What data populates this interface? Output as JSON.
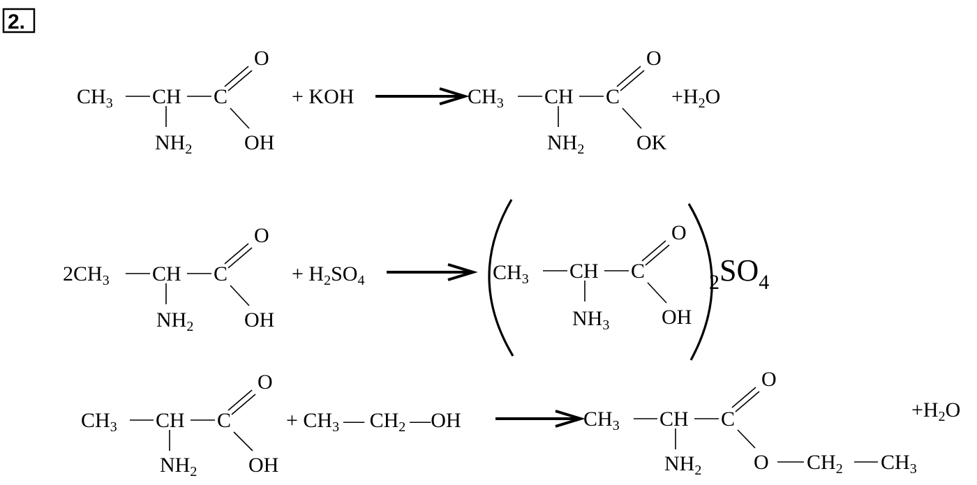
{
  "problem_number": "2.",
  "reactions": [
    {
      "reactant": {
        "prefix": "",
        "chain": "CH",
        "chain_sub": "3",
        "center": "CH",
        "carbon": "C",
        "top": "O",
        "amine": "NH",
        "amine_sub": "2",
        "tail": "OH"
      },
      "reagent": {
        "text": "+ KOH"
      },
      "product": {
        "chain": "CH",
        "chain_sub": "3",
        "center": "CH",
        "carbon": "C",
        "top": "O",
        "amine": "NH",
        "amine_sub": "2",
        "tail": "OK"
      },
      "byproduct": {
        "text": "+H",
        "sub": "2",
        "tail": "O"
      }
    },
    {
      "reactant": {
        "prefix": "2",
        "chain": "CH",
        "chain_sub": "3",
        "center": "CH",
        "carbon": "C",
        "top": "O",
        "amine": "NH",
        "amine_sub": "2",
        "tail": "OH"
      },
      "reagent": {
        "text": "+ H",
        "sub1": "2",
        "mid": "SO",
        "sub2": "4"
      },
      "product": {
        "chain": "CH",
        "chain_sub": "3",
        "center": "CH",
        "carbon": "C",
        "top": "O",
        "amine": "NH",
        "amine_sub": "3",
        "tail": "OH",
        "bracket_sub": "2",
        "anion": "SO",
        "anion_sub": "4"
      }
    },
    {
      "reactant": {
        "prefix": "",
        "chain": "CH",
        "chain_sub": "3",
        "center": "CH",
        "carbon": "C",
        "top": "O",
        "amine": "NH",
        "amine_sub": "2",
        "tail": "OH"
      },
      "reagent": {
        "text": "+ CH",
        "sub1": "3",
        "mid": "— CH",
        "sub2": "2",
        "end": "—OH"
      },
      "product": {
        "chain": "CH",
        "chain_sub": "3",
        "center": "CH",
        "carbon": "C",
        "top": "O",
        "amine": "NH",
        "amine_sub": "2",
        "ester_o": "O",
        "ester_ch2": "CH",
        "ester_ch2_sub": "2",
        "ester_ch3": "CH",
        "ester_ch3_sub": "3"
      },
      "byproduct": {
        "text": "+H",
        "sub": "2",
        "tail": "O"
      }
    }
  ]
}
